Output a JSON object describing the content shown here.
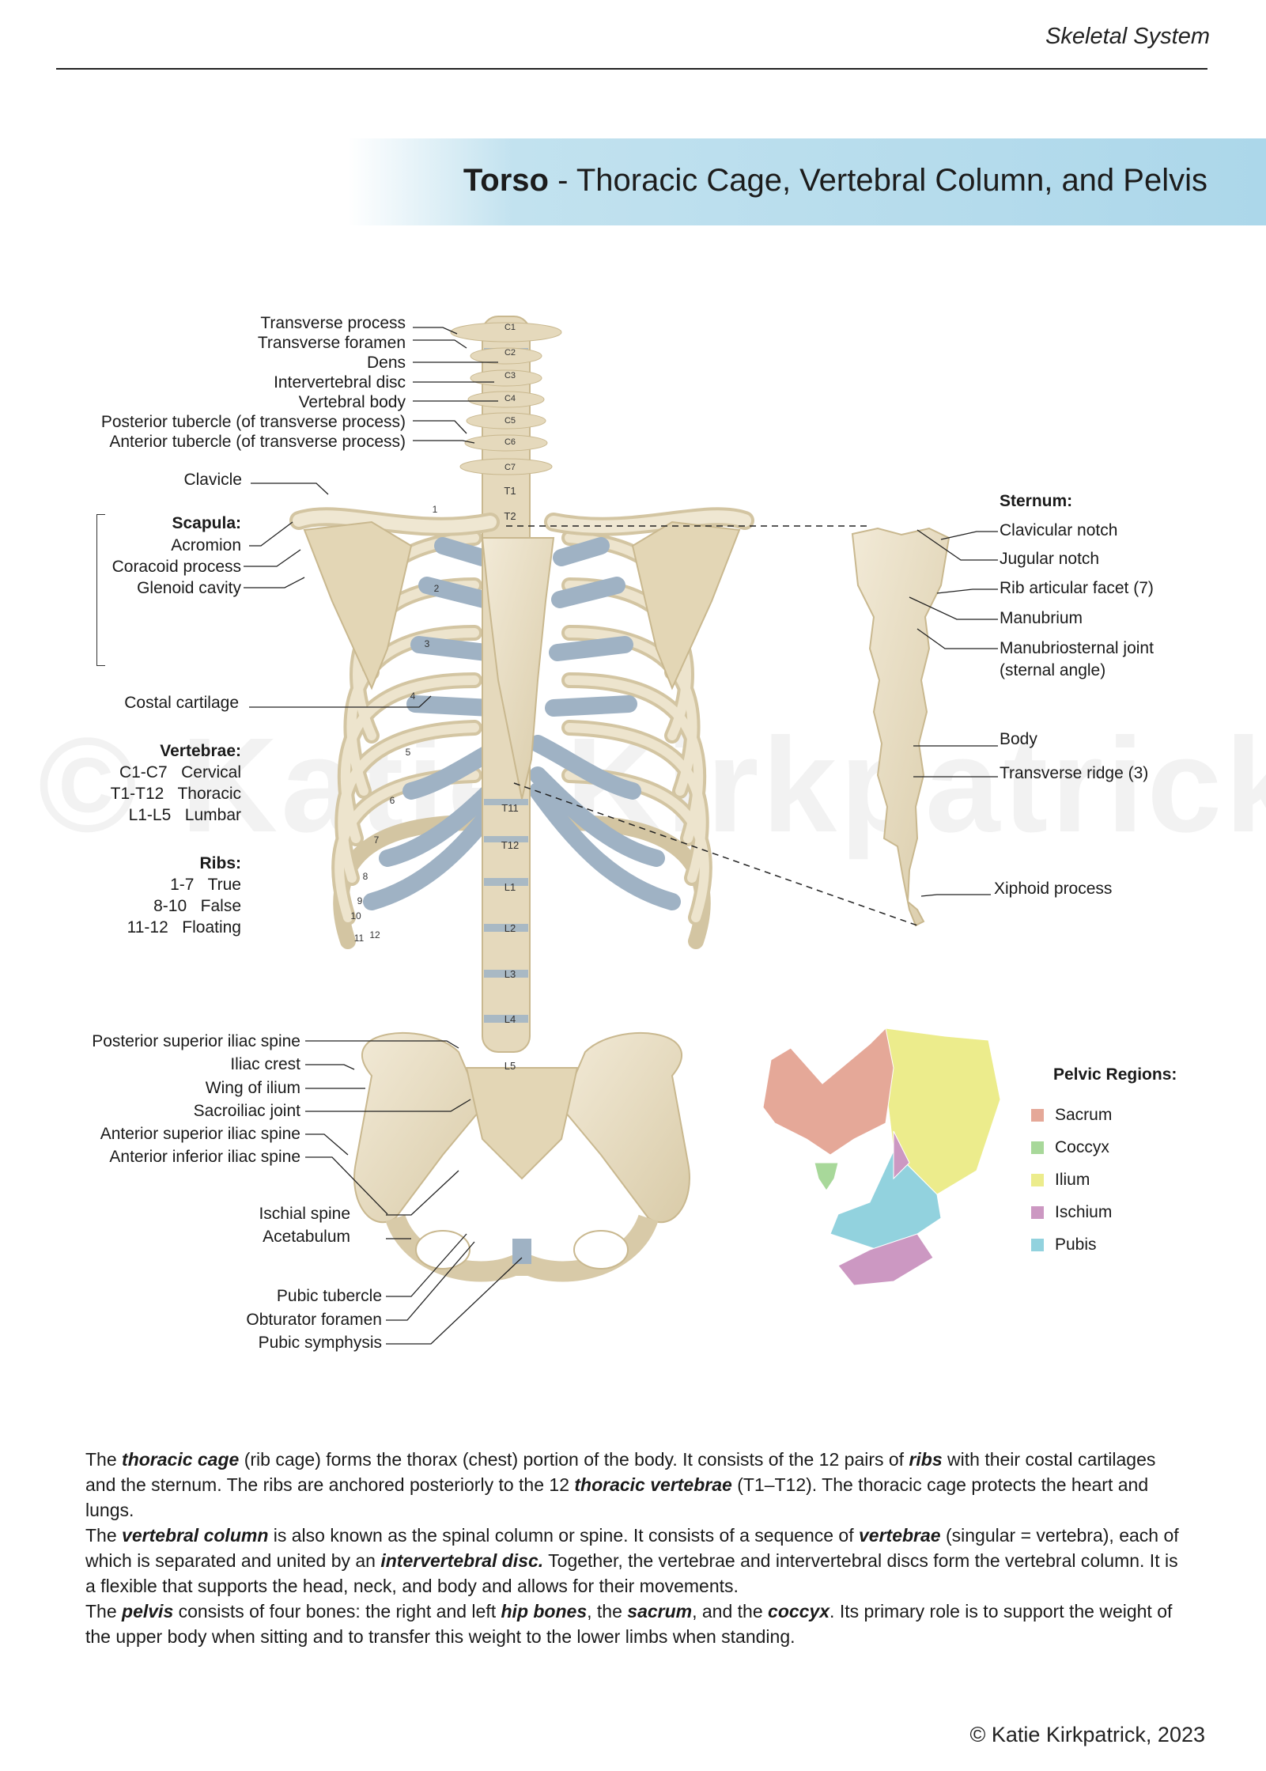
{
  "running_head": "Skeletal System",
  "title": {
    "bold": "Torso",
    "rest": " - Thoracic Cage, Vertebral Column, and Pelvis"
  },
  "watermark": "© Katie Kirkpatrick",
  "left_labels": {
    "transverse_process": "Transverse process",
    "transverse_foramen": "Transverse foramen",
    "dens": "Dens",
    "intervertebral_disc": "Intervertebral disc",
    "vertebral_body": "Vertebral body",
    "posterior_tubercle": "Posterior tubercle (of transverse process)",
    "anterior_tubercle": "Anterior tubercle (of transverse process)",
    "clavicle": "Clavicle",
    "scapula_heading": "Scapula:",
    "acromion": "Acromion",
    "coracoid_process": "Coracoid process",
    "glenoid_cavity": "Glenoid cavity",
    "costal_cartilage": "Costal cartilage"
  },
  "vertebrae_key": {
    "heading": "Vertebrae:",
    "rows": [
      "C1-C7   Cervical",
      "T1-T12   Thoracic",
      "L1-L5   Lumbar"
    ]
  },
  "ribs_key": {
    "heading": "Ribs:",
    "rows": [
      "1-7   True",
      "8-10   False",
      "11-12   Floating"
    ]
  },
  "sternum_labels": {
    "heading": "Sternum:",
    "clavicular_notch": "Clavicular notch",
    "jugular_notch": "Jugular notch",
    "rib_articular_facet": "Rib articular facet (7)",
    "manubrium": "Manubrium",
    "manubriosternal_joint": "Manubriosternal joint",
    "sternal_angle": "(sternal angle)",
    "body": "Body",
    "transverse_ridge": "Transverse ridge (3)",
    "xiphoid_process": "Xiphoid process"
  },
  "pelvis_labels": {
    "posterior_superior_iliac_spine": "Posterior superior iliac spine",
    "iliac_crest": "Iliac crest",
    "wing_of_ilium": "Wing of ilium",
    "sacroiliac_joint": "Sacroiliac joint",
    "anterior_superior_iliac_spine": "Anterior superior iliac spine",
    "anterior_inferior_iliac_spine": "Anterior inferior iliac spine",
    "ischial_spine": "Ischial spine",
    "acetabulum": "Acetabulum",
    "pubic_tubercle": "Pubic tubercle",
    "obturator_foramen": "Obturator foramen",
    "pubic_symphysis": "Pubic symphysis"
  },
  "spine_markers": {
    "cervical": [
      "C1",
      "C2",
      "C3",
      "C4",
      "C5",
      "C6",
      "C7"
    ],
    "thoracic": [
      "T1",
      "T2",
      "T11",
      "T12"
    ],
    "lumbar": [
      "L1",
      "L2",
      "L3",
      "L4",
      "L5"
    ]
  },
  "rib_numbers": [
    "1",
    "2",
    "3",
    "4",
    "5",
    "6",
    "7",
    "8",
    "9",
    "10",
    "11",
    "12"
  ],
  "pelvic_regions": {
    "heading": "Pelvic Regions:",
    "items": [
      {
        "label": "Sacrum",
        "color": "#e5a898"
      },
      {
        "label": "Coccyx",
        "color": "#a8d89a"
      },
      {
        "label": "Ilium",
        "color": "#ecec8c"
      },
      {
        "label": "Ischium",
        "color": "#cc98c2"
      },
      {
        "label": "Pubis",
        "color": "#92d2de"
      }
    ]
  },
  "colors": {
    "bone": "#ece3cc",
    "bone_shade": "#d8caa8",
    "cartilage": "#9fb2c4",
    "title_band": "#acd7ea"
  },
  "body_text": {
    "p1": [
      {
        "t": "The ",
        "b": false
      },
      {
        "t": "thoracic cage",
        "b": true
      },
      {
        "t": " (rib cage) forms the thorax (chest) portion of the body. It consists of the 12 pairs of ",
        "b": false
      },
      {
        "t": "ribs",
        "b": true
      },
      {
        "t": " with their costal cartilages and the sternum. The ribs are anchored posteriorly to the 12 ",
        "b": false
      },
      {
        "t": "thoracic vertebrae",
        "b": true
      },
      {
        "t": " (T1–T12). The thoracic cage protects the heart and lungs.",
        "b": false
      }
    ],
    "p2": [
      {
        "t": "The ",
        "b": false
      },
      {
        "t": "vertebral column",
        "b": true
      },
      {
        "t": " is also known as the spinal column or spine. It consists of a sequence of ",
        "b": false
      },
      {
        "t": "vertebrae",
        "b": true
      },
      {
        "t": " (singular = vertebra), each of which is separated and united by an ",
        "b": false
      },
      {
        "t": "intervertebral disc.",
        "b": true
      },
      {
        "t": " Together, the vertebrae and intervertebral discs form the vertebral column. It is a flexible that supports the head, neck, and body and allows for their movements.",
        "b": false
      }
    ],
    "p3": [
      {
        "t": "The ",
        "b": false
      },
      {
        "t": "pelvis",
        "b": true
      },
      {
        "t": " consists of four bones: the right and left ",
        "b": false
      },
      {
        "t": "hip bones",
        "b": true
      },
      {
        "t": ", the ",
        "b": false
      },
      {
        "t": "sacrum",
        "b": true
      },
      {
        "t": ", and the ",
        "b": false
      },
      {
        "t": "coccyx",
        "b": true
      },
      {
        "t": ". Its primary role is to support the weight of the upper body when sitting and to transfer this weight to the lower limbs when standing.",
        "b": false
      }
    ]
  },
  "copyright": "© Katie Kirkpatrick, 2023"
}
